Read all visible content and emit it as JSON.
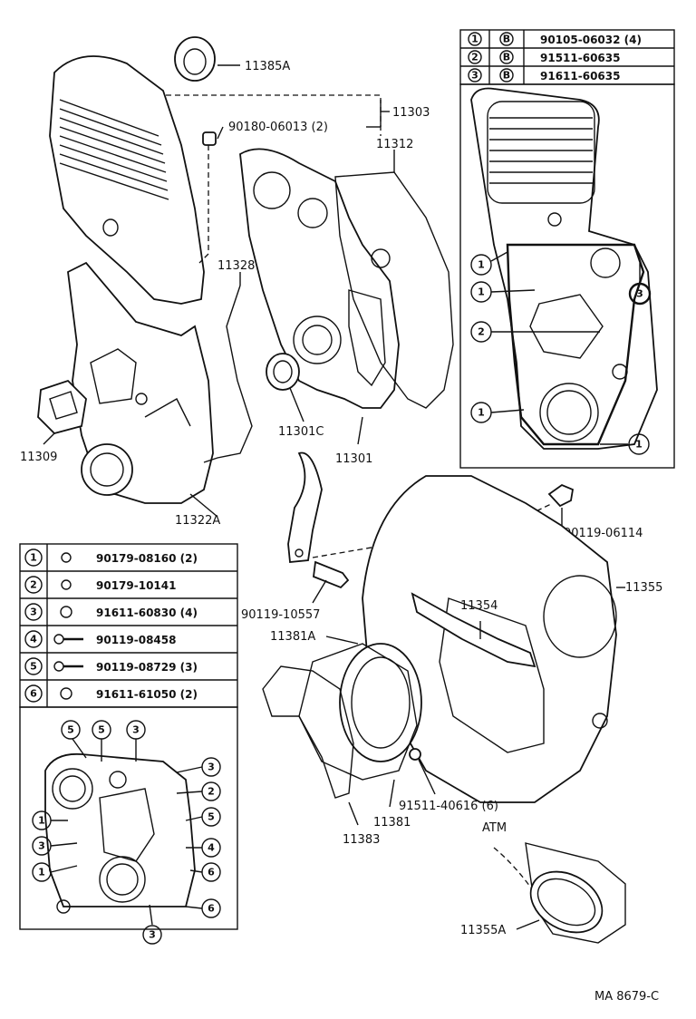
{
  "table_top": {
    "rows": [
      {
        "n": "1",
        "sym": "B",
        "part": "90105-06032 (4)"
      },
      {
        "n": "2",
        "sym": "B",
        "part": "91511-60635"
      },
      {
        "n": "3",
        "sym": "B",
        "part": "91611-60635"
      }
    ]
  },
  "table_left": {
    "rows": [
      {
        "n": "1",
        "part": "90179-08160 (2)"
      },
      {
        "n": "2",
        "part": "90179-10141"
      },
      {
        "n": "3",
        "part": "91611-60830 (4)"
      },
      {
        "n": "4",
        "part": "90119-08458"
      },
      {
        "n": "5",
        "part": "90119-08729 (3)"
      },
      {
        "n": "6",
        "part": "91611-61050 (2)"
      }
    ]
  },
  "labels": {
    "p11385A": "11385A",
    "p11303": "11303",
    "p90180": "90180-06013 (2)",
    "p11312": "11312",
    "p11328": "11328",
    "p11309": "11309",
    "p11301C": "11301C",
    "p11301": "11301",
    "p11322A": "11322A",
    "p90119_06114": "90119-06114",
    "p11355": "11355",
    "p90119_10557": "90119-10557",
    "p11354": "11354",
    "p11381A": "11381A",
    "p91511_40616": "91511-40616 (6)",
    "p11383": "11383",
    "p11381": "11381",
    "atm": "ATM",
    "p11355A": "11355A",
    "code": "MA 8679-C"
  },
  "callouts_top": [
    "1",
    "1",
    "2",
    "1",
    "1",
    "3"
  ],
  "callouts_bottom": [
    "5",
    "5",
    "3",
    "3",
    "2",
    "5",
    "1",
    "3",
    "4",
    "1",
    "6",
    "6",
    "3"
  ]
}
